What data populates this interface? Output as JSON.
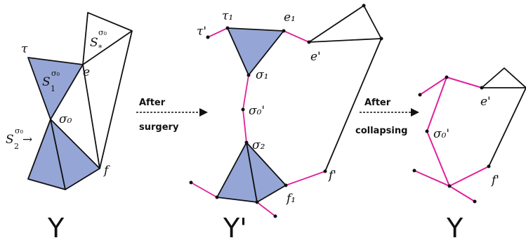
{
  "colors": {
    "fill_blue": "#95a5d6",
    "edge_magenta": "#e0219a",
    "ink": "#111111"
  },
  "panels": {
    "y": {
      "caption": "Y",
      "labels": {
        "tau": "τ",
        "s1": "S",
        "s1_sup": "σ₀",
        "s1_sub": "1",
        "sstar": "S",
        "sstar_sup": "σ₀",
        "sstar_sub": "*",
        "e": "e",
        "sigma0": "σ₀",
        "s2": "S",
        "s2_sup": "σ₀",
        "s2_sub": "2",
        "s2_arrow": "→",
        "f": "f"
      }
    },
    "yprime": {
      "caption": "Y'",
      "labels": {
        "tau1": "τ₁",
        "tauprime": "τ'",
        "e1": "e₁",
        "eprime": "e'",
        "sigma1": "σ₁",
        "sigma0prime": "σ₀'",
        "sigma2": "σ₂",
        "f1": "f₁",
        "fprime": "f'"
      }
    },
    "ycal": {
      "caption": "Y",
      "labels": {
        "eprime": "e'",
        "sigma0prime": "σ₀'",
        "fprime": "f'"
      }
    }
  },
  "arrows": {
    "surgery": {
      "line1": "After",
      "line2": "surgery"
    },
    "collapsing": {
      "line1": "After",
      "line2": "collapsing"
    }
  }
}
